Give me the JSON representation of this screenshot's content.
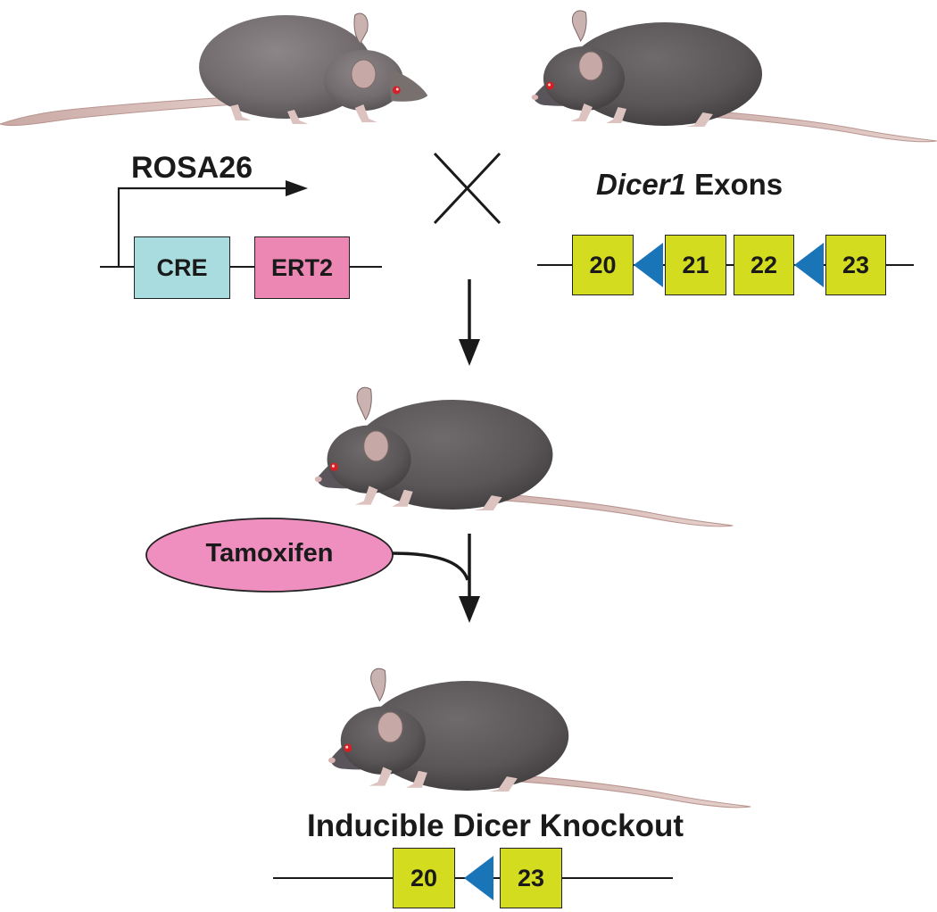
{
  "left_construct": {
    "promoter_label": "ROSA26",
    "box1_label": "CRE",
    "box2_label": "ERT2",
    "colors": {
      "cre": "#a8dcde",
      "ert2": "#ec87b4"
    }
  },
  "right_construct": {
    "title_italic": "Dicer1",
    "title_rest": " Exons",
    "exons": [
      "20",
      "21",
      "22",
      "23"
    ],
    "exon_color": "#d3dc1f",
    "loxp_color": "#1a74b8"
  },
  "cross_symbol": "cross-icon",
  "treatment": {
    "label": "Tamoxifen",
    "color": "#ee8fbf"
  },
  "result": {
    "title": "Inducible Dicer Knockout",
    "exons": [
      "20",
      "23"
    ]
  }
}
